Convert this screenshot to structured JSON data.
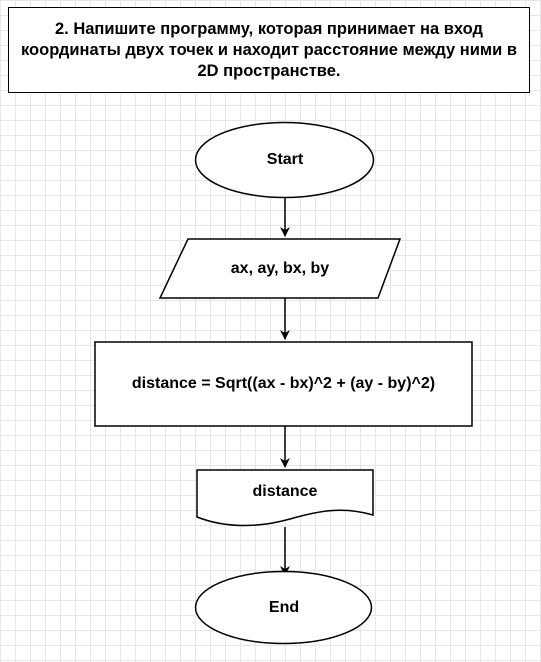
{
  "task": {
    "text": "2. Напишите программу, которая принимает на вход координаты двух точек и находит расстояние между ними в 2D пространстве."
  },
  "flowchart": {
    "start": "Start",
    "input": "ax, ay, bx, by",
    "process": "distance = Sqrt((ax - bx)^2 + (ay - by)^2)",
    "output": "distance",
    "end": "End"
  }
}
